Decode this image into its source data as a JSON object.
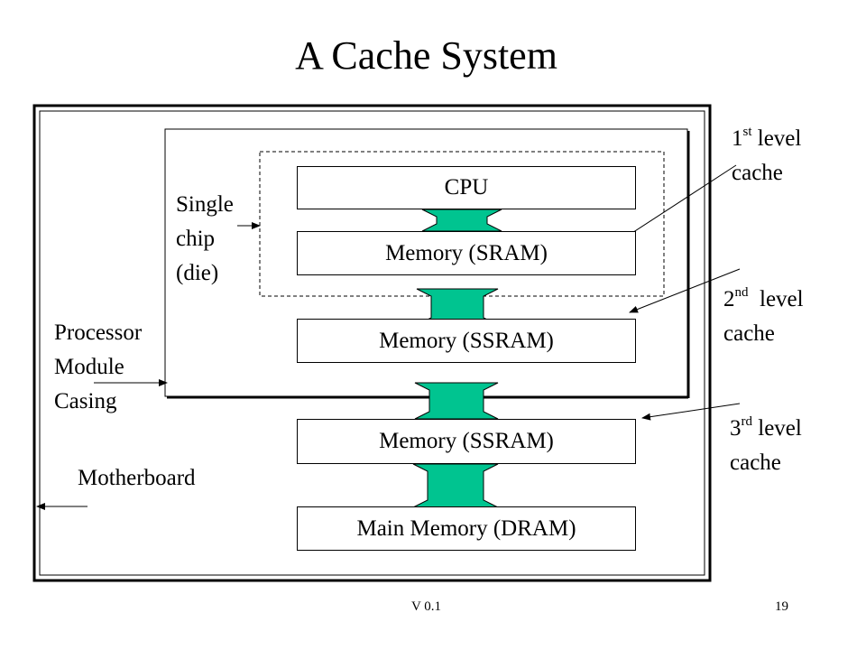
{
  "title": "A Cache System",
  "boxes": {
    "cpu": "CPU",
    "sram": "Memory (SRAM)",
    "ssram_l2": "Memory (SSRAM)",
    "ssram_l3": "Memory (SSRAM)",
    "dram": "Main Memory (DRAM)"
  },
  "labels": {
    "single_chip": [
      "Single",
      "chip",
      "(die)"
    ],
    "processor_module": [
      "Processor",
      "Module",
      "Casing"
    ],
    "motherboard": "Motherboard"
  },
  "cache_levels": [
    {
      "num": "1",
      "sup": "st",
      "word": "level",
      "line2": "cache"
    },
    {
      "num": "2",
      "sup": "nd",
      "word": "level",
      "line2": "cache"
    },
    {
      "num": "3",
      "sup": "rd",
      "word": "level",
      "line2": "cache"
    }
  ],
  "footer": {
    "version": "V 0.1",
    "page": "19"
  },
  "colors": {
    "arrow_fill": "#00c490",
    "line": "#000000"
  }
}
